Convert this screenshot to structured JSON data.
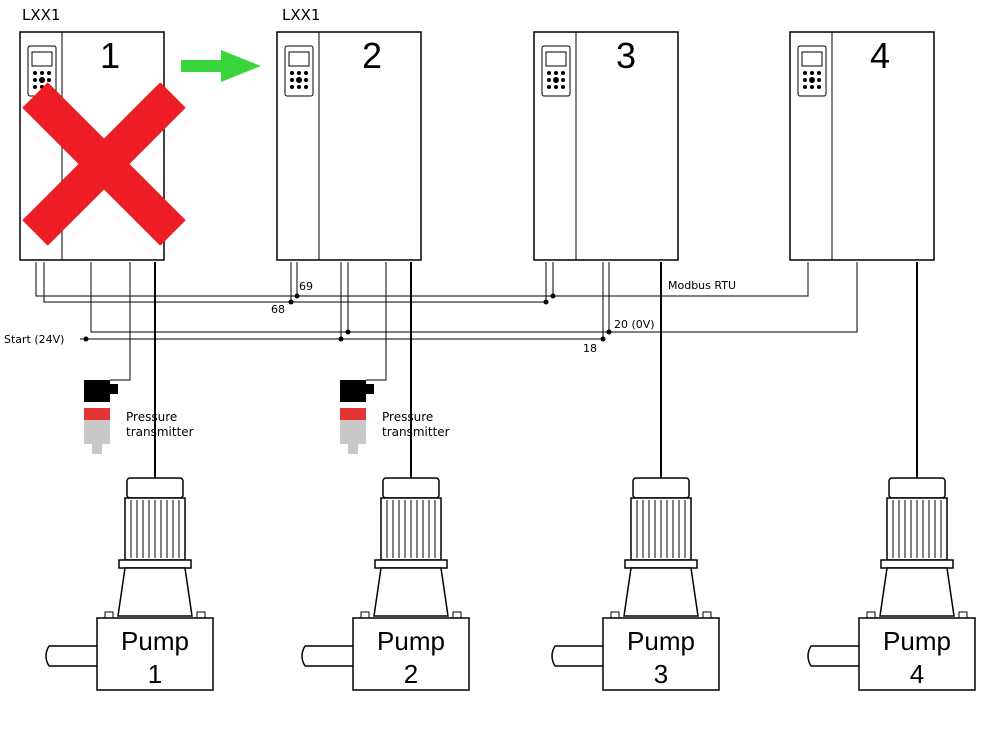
{
  "controllers": [
    {
      "number": "1",
      "top_label": "LXX1",
      "failed": true
    },
    {
      "number": "2",
      "top_label": "LXX1",
      "failed": false
    },
    {
      "number": "3",
      "top_label": "",
      "failed": false
    },
    {
      "number": "4",
      "top_label": "",
      "failed": false
    }
  ],
  "transfer_arrow_color": "#39d53c",
  "failure_mark_color": "#ee1c25",
  "signals": {
    "modbus": "Modbus RTU",
    "start": "Start (24V)",
    "t69": "69",
    "t68": "68",
    "t20": "20 (0V)",
    "t18": "18"
  },
  "transmitters": [
    {
      "line1": "Pressure",
      "line2": "transmitter"
    },
    {
      "line1": "Pressure",
      "line2": "transmitter"
    }
  ],
  "pumps": [
    {
      "word": "Pump",
      "number": "1"
    },
    {
      "word": "Pump",
      "number": "2"
    },
    {
      "word": "Pump",
      "number": "3"
    },
    {
      "word": "Pump",
      "number": "4"
    }
  ]
}
